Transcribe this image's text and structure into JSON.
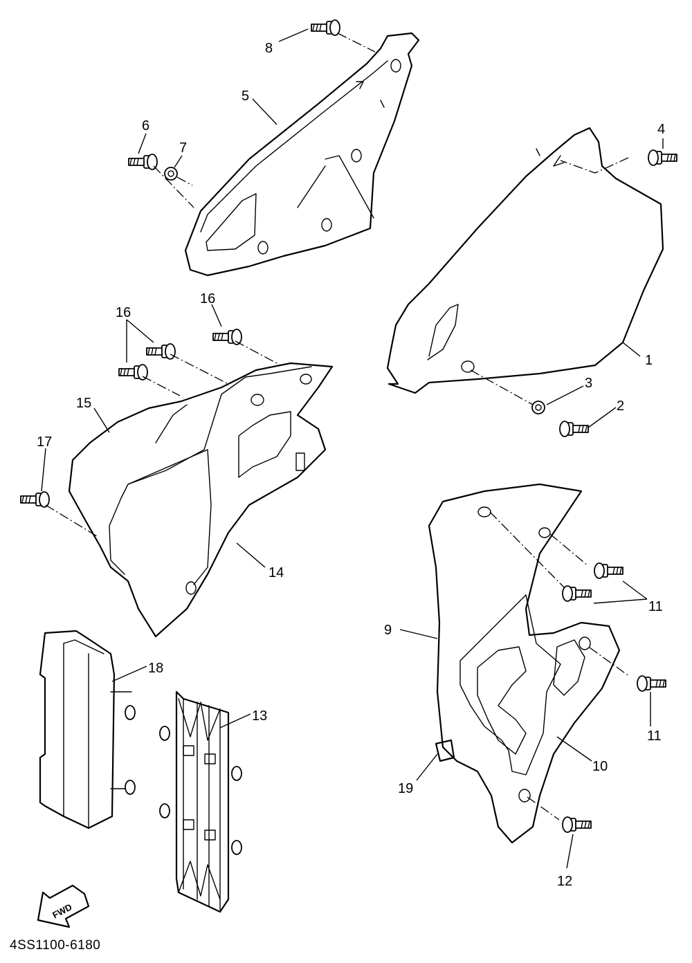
{
  "diagram": {
    "code": "4SS1100-6180",
    "fwd_label": "FWD",
    "callouts": {
      "p1": "1",
      "p2": "2",
      "p3": "3",
      "p4": "4",
      "p5": "5",
      "p6": "6",
      "p7": "7",
      "p8": "8",
      "p9": "9",
      "p10": "10",
      "p11a": "11",
      "p11b": "11",
      "p12": "12",
      "p13": "13",
      "p14": "14",
      "p15": "15",
      "p16a": "16",
      "p16b": "16",
      "p17": "17",
      "p18": "18",
      "p19": "19"
    }
  }
}
